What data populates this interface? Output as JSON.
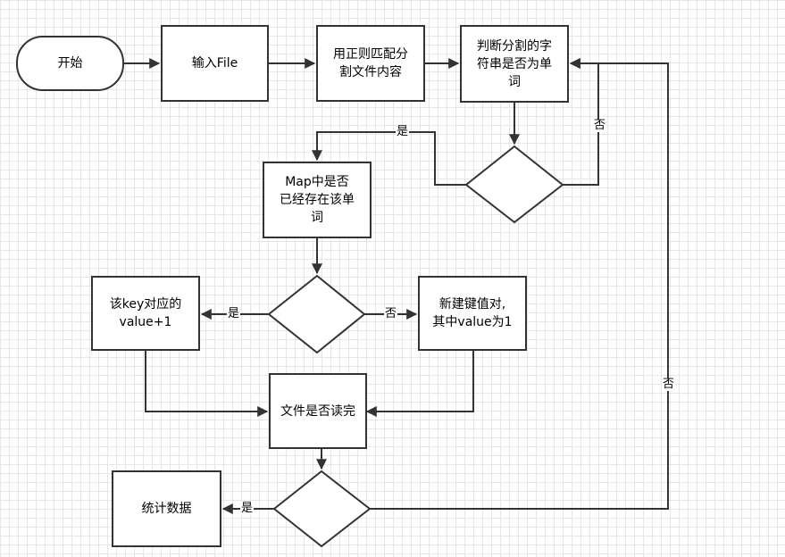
{
  "nodes": {
    "start": "开始",
    "input_file": "输入File",
    "regex_split": "用正则匹配分\n割文件内容",
    "is_word": "判断分割的字\n符串是否为单\n词",
    "map_exists": "Map中是否\n已经存在该单\n词",
    "increment": "该key对应的\nvalue+1",
    "new_pair": "新建键值对,\n其中value为1",
    "file_done": "文件是否读完",
    "stats": "统计数据"
  },
  "edge_labels": {
    "word_yes": "是",
    "word_no": "否",
    "map_yes": "是",
    "map_no": "否",
    "done_yes": "是",
    "done_no": "否"
  },
  "colors": {
    "line": "#333333",
    "grid": "#e6e6e6",
    "fill": "#ffffff"
  }
}
